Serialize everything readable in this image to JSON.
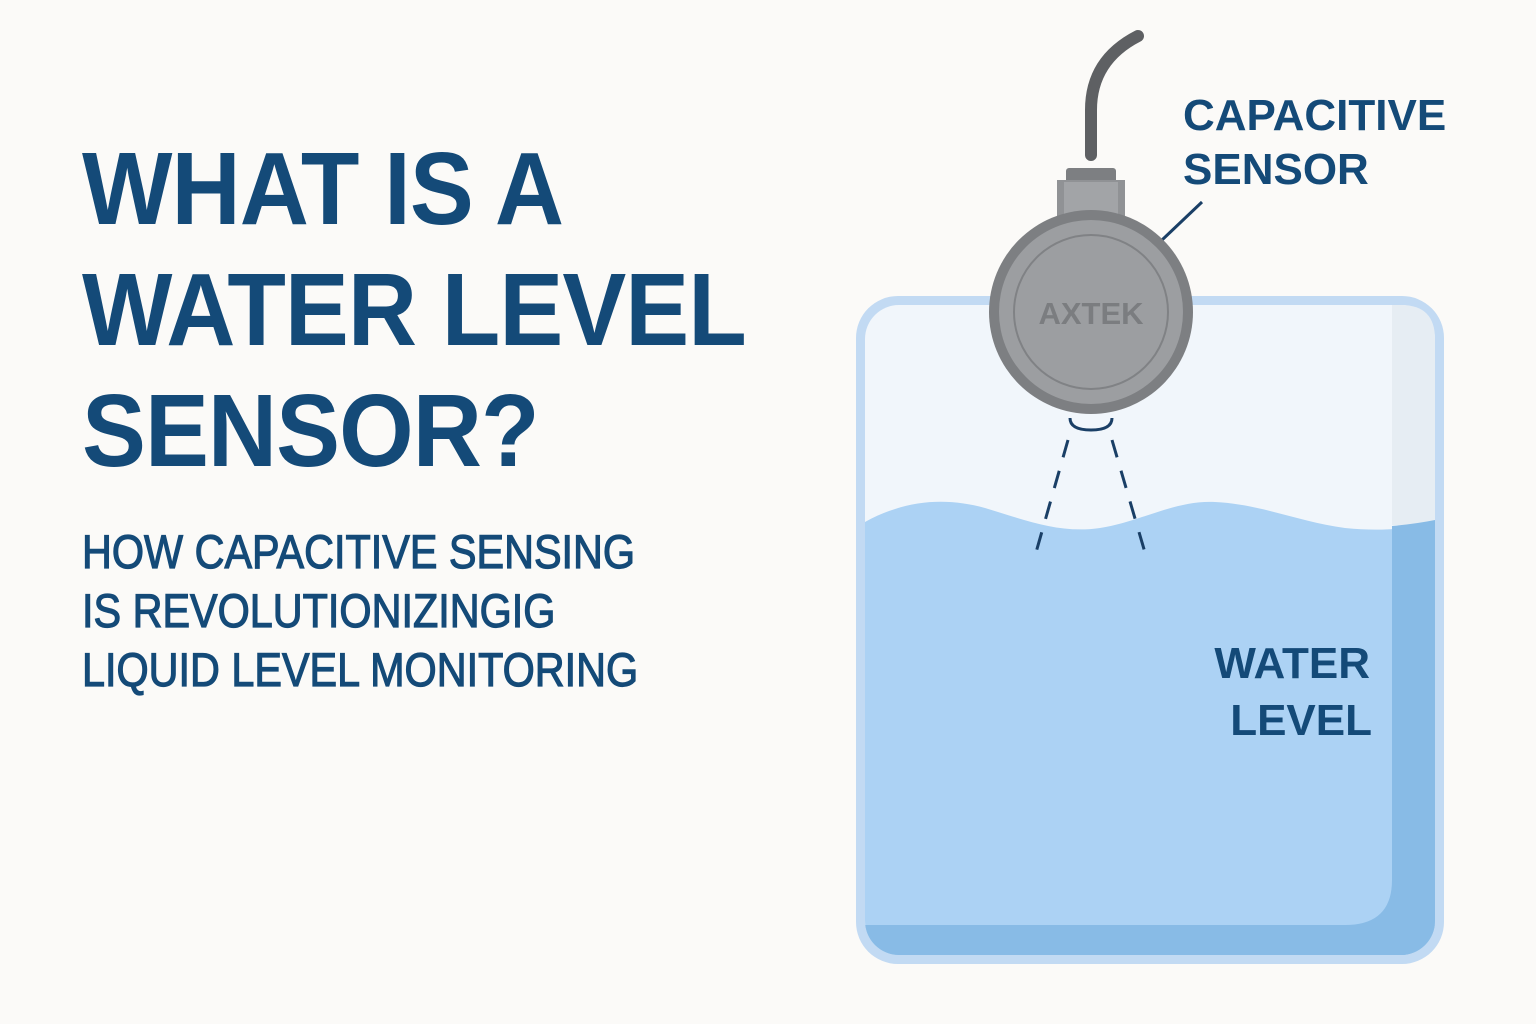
{
  "headline": {
    "lines": [
      "WHAT IS A",
      "WATER LEVEL",
      "SENSOR?"
    ]
  },
  "subheadline": {
    "lines": [
      "HOW CAPACITIVE SENSING",
      "IS REVOLUTIONIZINGIG",
      "LIQUID LEVEL MONITORING"
    ]
  },
  "diagram": {
    "sensor_label_lines": [
      "CAPACITIVE",
      "SENSOR"
    ],
    "sensor_brand": "AXTEK",
    "water_label_lines": [
      "WATER",
      "LEVEL"
    ]
  },
  "colors": {
    "text_primary": "#144a78",
    "background": "#fbfaf8",
    "tank_outline": "#c2daf3",
    "tank_air": "#f1f6fb",
    "water": "#acd2f4",
    "water_shade": "#88bbe6",
    "sensor_body": "#9a9c9f",
    "sensor_rim": "#7d7f82",
    "cable": "#5e6063"
  }
}
